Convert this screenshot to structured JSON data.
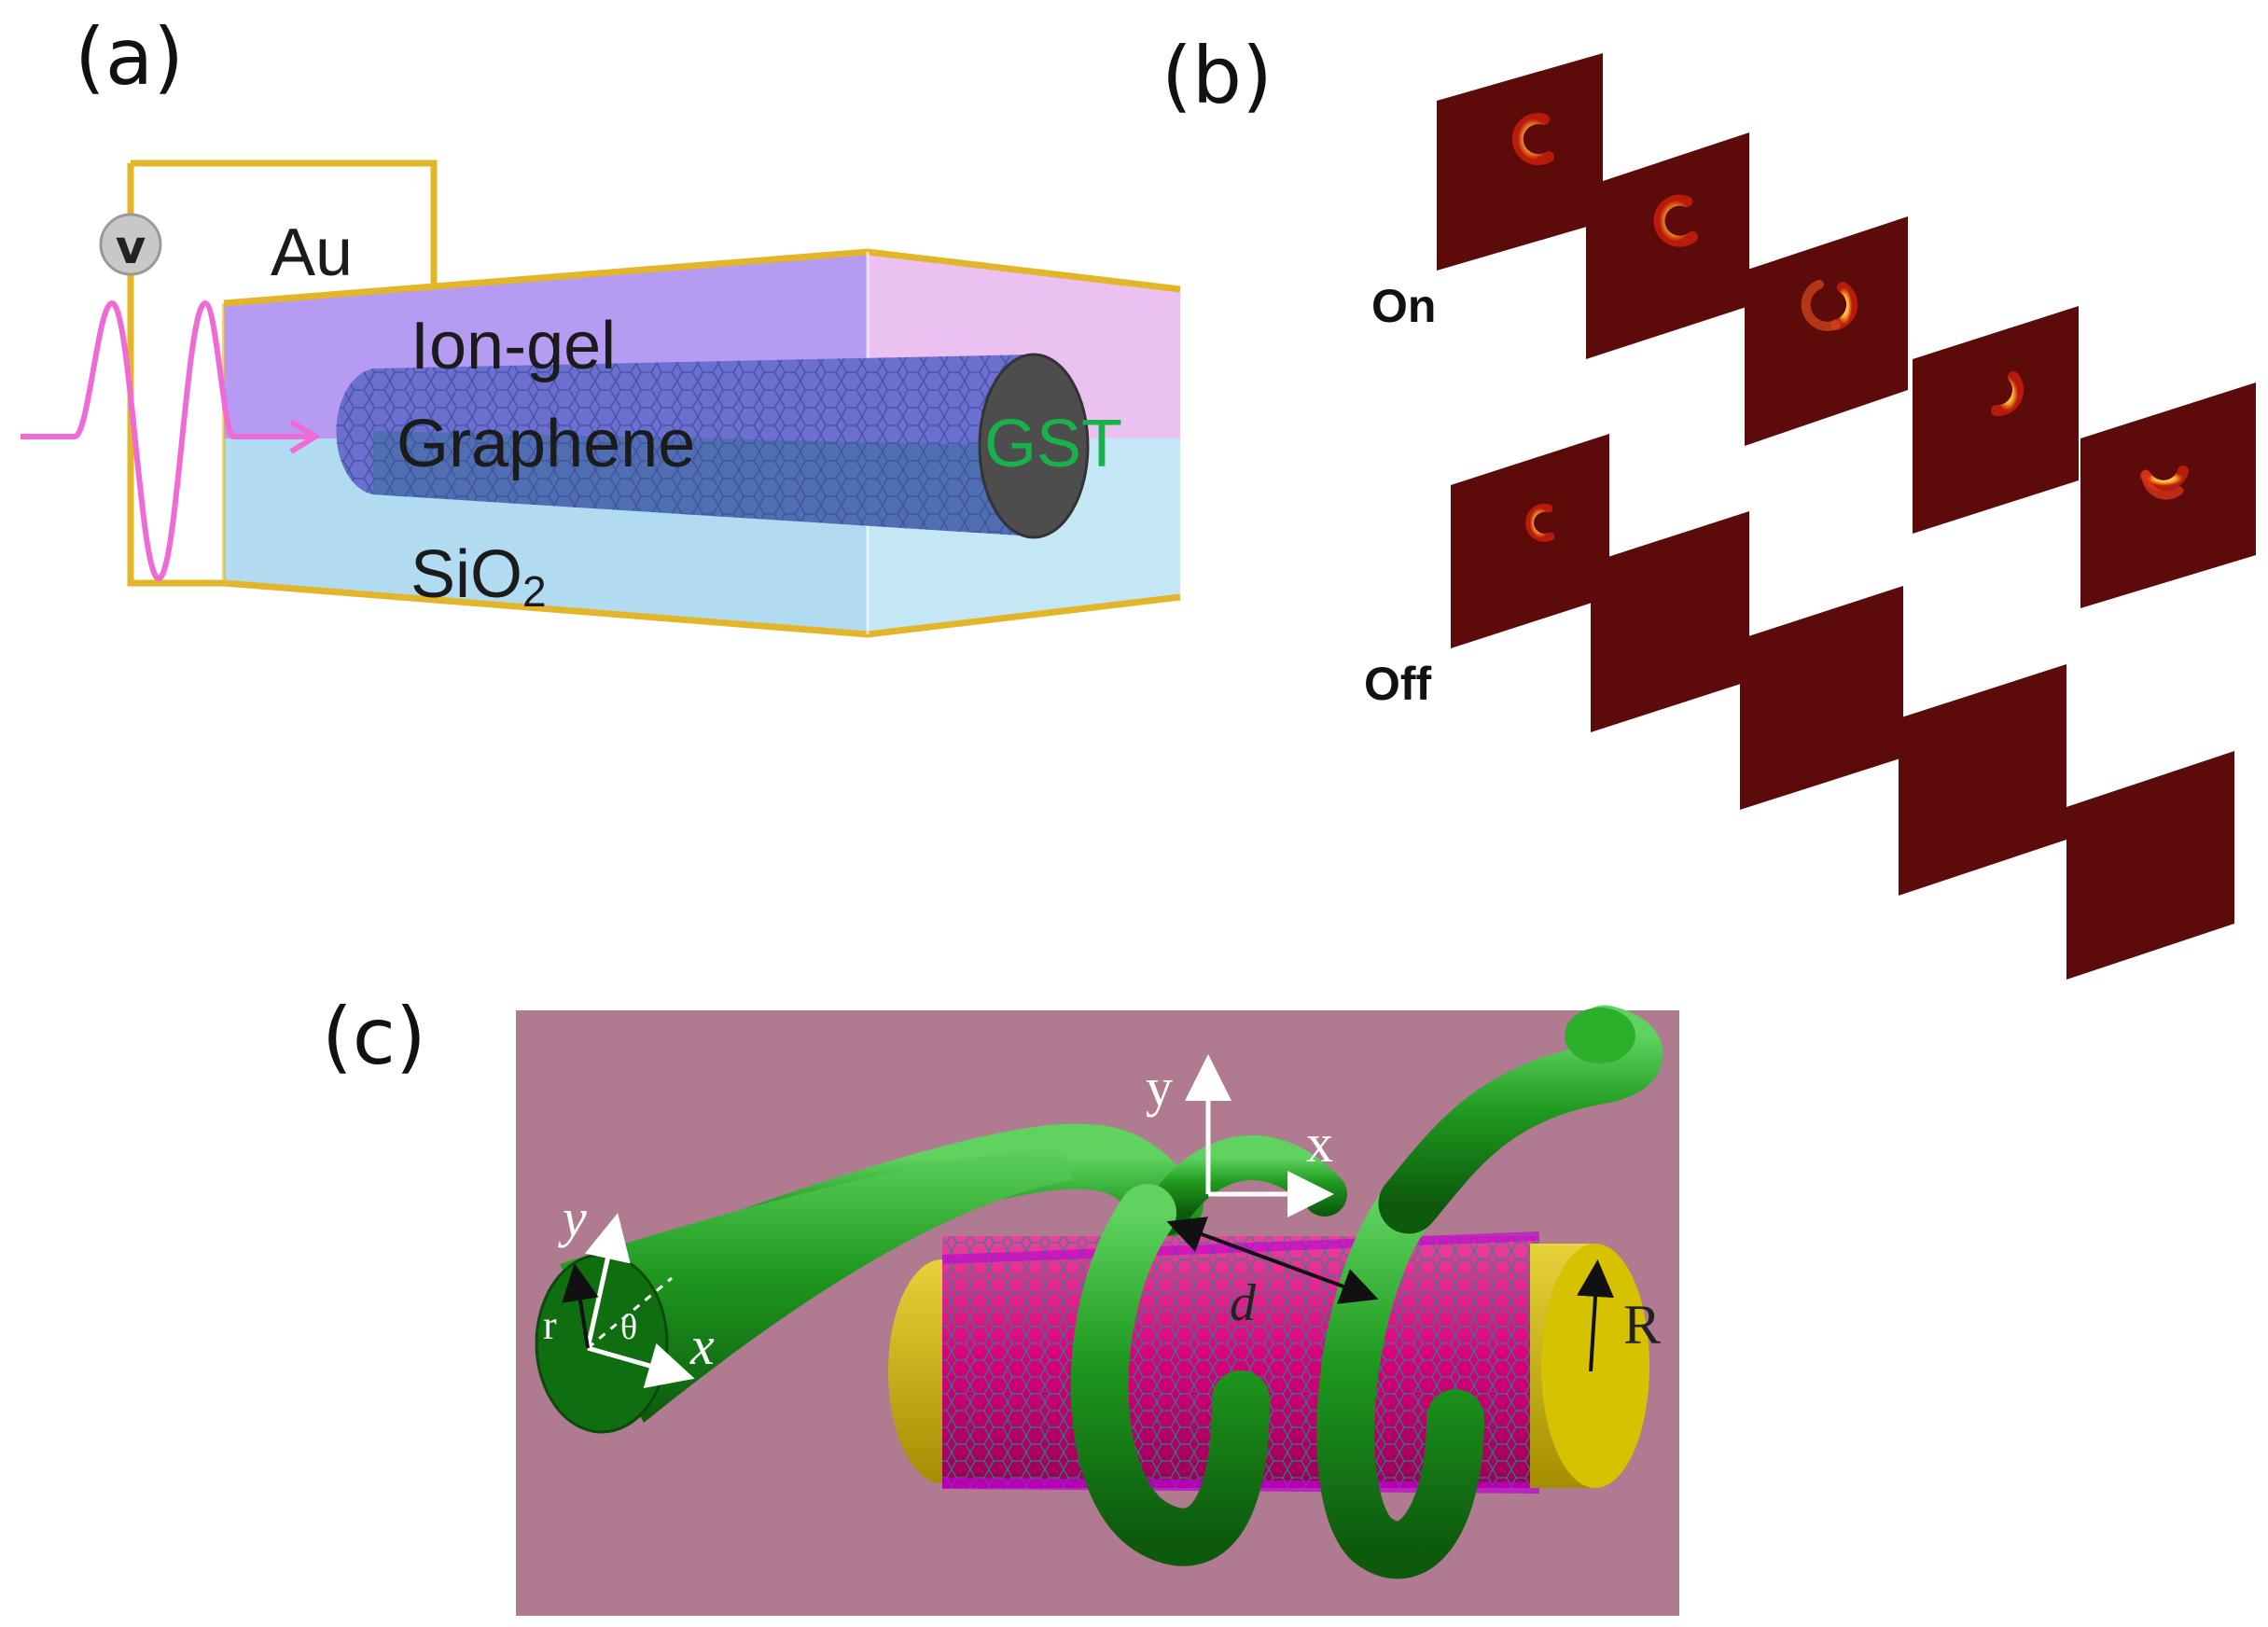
{
  "panels": {
    "a": {
      "label": "(a)",
      "layers": {
        "v": "v",
        "au": "Au",
        "ion_gel": "Ion-gel",
        "graphene": "Graphene",
        "gst": "GST",
        "sio2": "SiO",
        "sio2_sub": "2"
      },
      "colors": {
        "gold": "#e3b62a",
        "pulse": "#f06ad6",
        "gst_text": "#18b24a",
        "ion_gel": "#a98af0",
        "sio2": "#a9d7ee"
      }
    },
    "b": {
      "label": "(b)",
      "on_label": "On",
      "off_label": "Off",
      "on_frames": 5,
      "off_frames": 5,
      "off_frames_with_ring": 1,
      "colors": {
        "frame": "#5c0a0a",
        "ring": "#ff9a2a"
      }
    },
    "c": {
      "label": "(c)",
      "symbols": {
        "y": "y",
        "x": "x",
        "r": "r",
        "theta": "θ",
        "d": "d",
        "R": "R"
      },
      "colors": {
        "background": "#b07a90",
        "helix": "#1f9a1f",
        "core": "#d6007a",
        "end_cap": "#c9b100"
      }
    }
  }
}
